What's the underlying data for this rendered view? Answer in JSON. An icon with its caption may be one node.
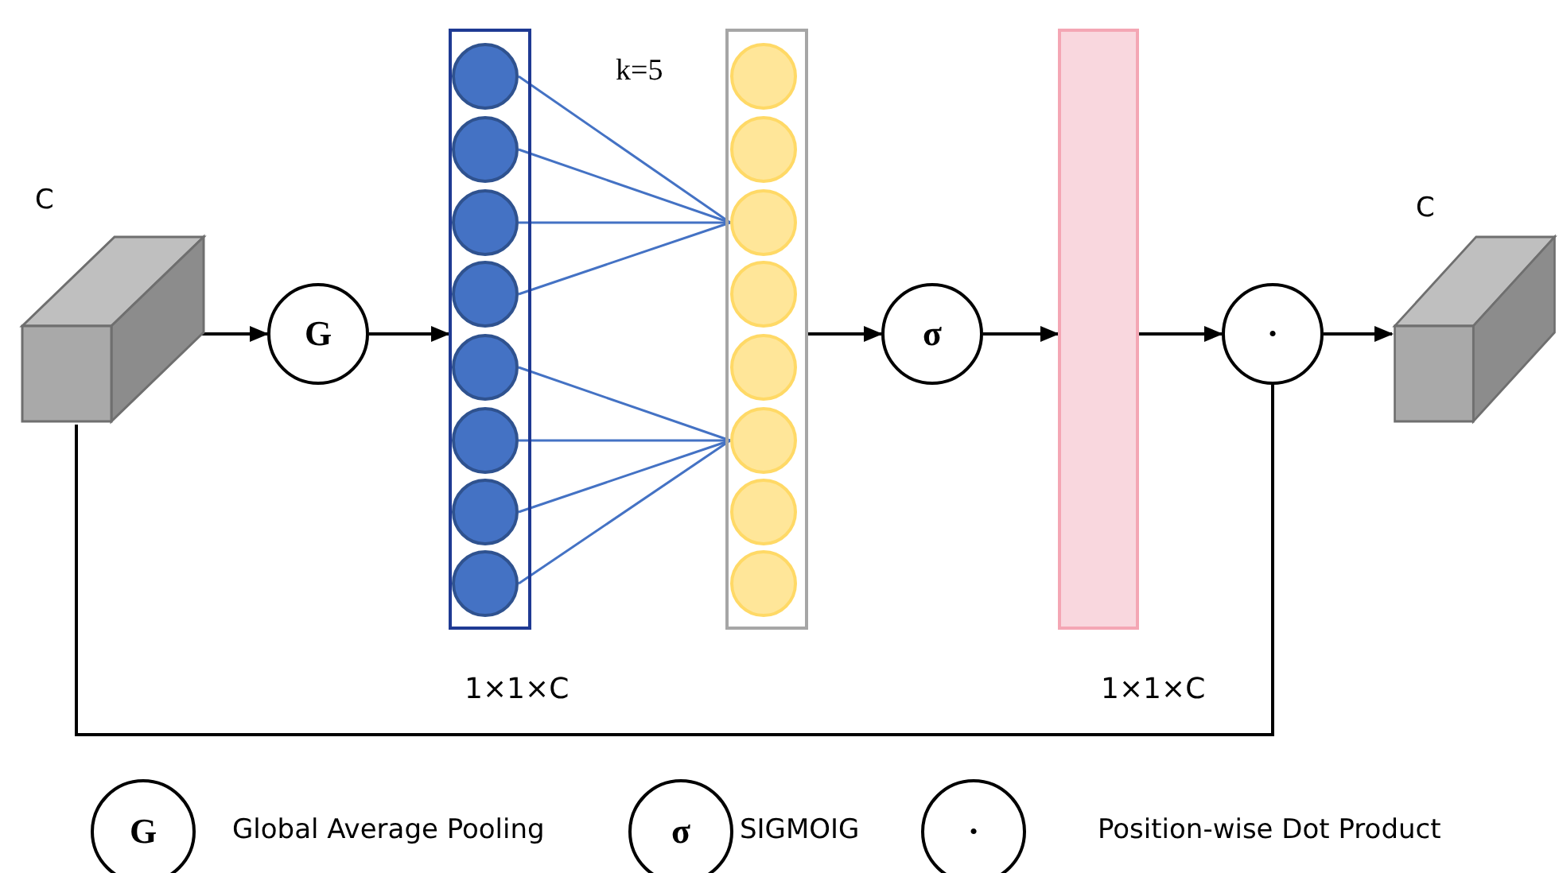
{
  "diagram": {
    "nodes": [
      {
        "text": [],
        "shape": "box",
        "beside": [
          "C"
        ]
      },
      {
        "text": [
          "G"
        ]
      },
      {
        "text": [],
        "shape": "bar",
        "beside": [
          "1×1×C"
        ]
      },
      {
        "text": [],
        "shape": "circle",
        "in": 2
      },
      {
        "text": [],
        "shape": "circle",
        "in": 2
      },
      {
        "text": [],
        "shape": "circle",
        "in": 2
      },
      {
        "text": [],
        "shape": "circle",
        "in": 2
      },
      {
        "text": [],
        "shape": "circle",
        "in": 2
      },
      {
        "text": [],
        "shape": "circle",
        "in": 2
      },
      {
        "text": [],
        "shape": "circle",
        "in": 2
      },
      {
        "text": [],
        "shape": "circle",
        "in": 2
      },
      {
        "text": [],
        "shape": "bar"
      },
      {
        "text": [],
        "shape": "circle",
        "in": 11
      },
      {
        "text": [],
        "shape": "circle",
        "in": 11
      },
      {
        "text": [],
        "shape": "circle",
        "in": 11
      },
      {
        "text": [],
        "shape": "circle",
        "in": 11
      },
      {
        "text": [],
        "shape": "circle",
        "in": 11
      },
      {
        "text": [],
        "shape": "circle",
        "in": 11
      },
      {
        "text": [],
        "shape": "circle",
        "in": 11
      },
      {
        "text": [],
        "shape": "circle",
        "in": 11
      },
      {
        "text": [
          "σ"
        ]
      },
      {
        "text": [],
        "shape": "bar",
        "beside": [
          "1×1×C"
        ]
      },
      {
        "text": [
          "·"
        ]
      },
      {
        "text": [],
        "shape": "box",
        "beside": [
          "C"
        ]
      },
      {
        "text": [
          "G"
        ]
      },
      {
        "text": [
          "σ"
        ]
      },
      {
        "text": [
          "·"
        ]
      }
    ],
    "edges": [
      {
        "from": 0,
        "to": 1,
        "arrow": "to",
        "color": "#000000"
      },
      {
        "from": 1,
        "to": 2,
        "arrow": "to",
        "color": "#000000"
      },
      {
        "from": 3,
        "to": 14,
        "arrow": "none"
      },
      {
        "from": 4,
        "to": 14,
        "arrow": "none"
      },
      {
        "from": 5,
        "to": 14,
        "arrow": "none"
      },
      {
        "from": 6,
        "to": 14,
        "arrow": "none"
      },
      {
        "from": 7,
        "to": 17,
        "arrow": "none"
      },
      {
        "from": 8,
        "to": 17,
        "arrow": "none"
      },
      {
        "from": 9,
        "to": 17,
        "arrow": "none"
      },
      {
        "from": 10,
        "to": 17,
        "arrow": "none"
      },
      {
        "from": 11,
        "to": 20,
        "arrow": "to",
        "color": "#000000"
      },
      {
        "from": 20,
        "to": 21,
        "arrow": "to",
        "color": "#000000"
      },
      {
        "from": 21,
        "to": 22,
        "arrow": "to",
        "color": "#000000"
      },
      {
        "from": 22,
        "to": 23,
        "arrow": "to",
        "color": "#000000"
      },
      {
        "from": 0,
        "to": 22,
        "arrow": "none",
        "color": "#000000"
      }
    ],
    "labels": [
      "k=5"
    ],
    "legend": [
      {
        "text": "Global Average Pooling"
      },
      {
        "text": "SIGMOIG"
      },
      {
        "text": "Position-wise Dot Product"
      }
    ]
  }
}
